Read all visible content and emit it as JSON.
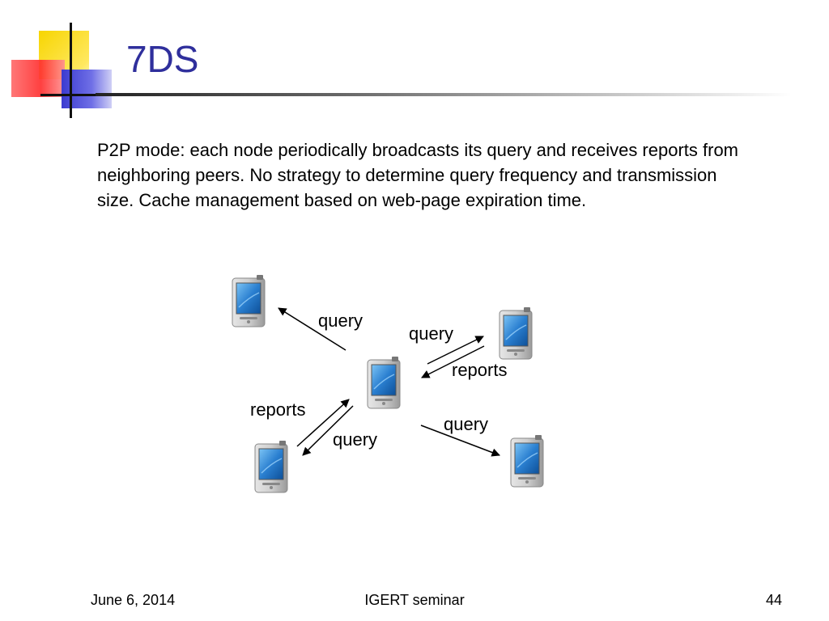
{
  "slide": {
    "title": "7DS",
    "body": "P2P mode: each node periodically broadcasts its query and receives reports from neighboring peers. No strategy to determine query frequency and transmission size. Cache management based on web-page expiration time."
  },
  "diagram": {
    "nodes": [
      "device-top-left",
      "device-top-right",
      "device-center",
      "device-bottom-left",
      "device-bottom-right"
    ],
    "labels": {
      "query_top_left": "query",
      "query_top_right": "query",
      "reports_right": "reports",
      "reports_left": "reports",
      "query_bottom_left": "query",
      "query_bottom_right": "query"
    }
  },
  "footer": {
    "date": "June 6, 2014",
    "center": "IGERT seminar",
    "page": "44"
  },
  "colors": {
    "title": "#2f2f9c",
    "screen": "#2a7fd0",
    "device_body": "#c8c8c8"
  }
}
